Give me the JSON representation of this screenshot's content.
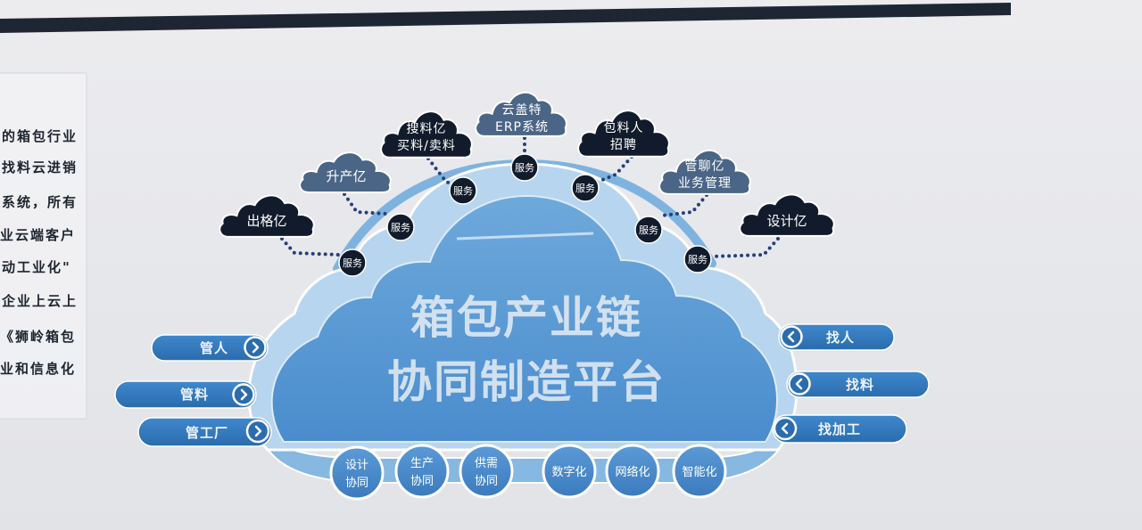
{
  "panel_text": [
    "的箱包行业",
    "找料云进销",
    "系统，所有",
    "业云端客户",
    "动工业化\"",
    "企业上云上",
    "《狮岭箱包",
    "业和信息化"
  ],
  "title": {
    "line1": "箱包产业链",
    "line2": "协同制造平台"
  },
  "top_nodes": [
    {
      "lines": [
        "出格亿"
      ]
    },
    {
      "lines": [
        "升产亿"
      ]
    },
    {
      "lines": [
        "搜料亿",
        "买料/卖料"
      ]
    },
    {
      "lines": [
        "云盖特",
        "ERP系统"
      ]
    },
    {
      "lines": [
        "包料人",
        "招聘"
      ]
    },
    {
      "lines": [
        "管聊亿",
        "业务管理"
      ]
    },
    {
      "lines": [
        "设计亿"
      ]
    }
  ],
  "service_badges": [
    "服务",
    "服务",
    "服务",
    "服务",
    "服务",
    "服务",
    "服务"
  ],
  "left_pills": [
    "管人",
    "管料",
    "管工厂"
  ],
  "right_pills": [
    "找人",
    "找料",
    "找加工"
  ],
  "bottom_circles": [
    {
      "lines": [
        "设计",
        "协同"
      ]
    },
    {
      "lines": [
        "生产",
        "协同"
      ]
    },
    {
      "lines": [
        "供需",
        "协同"
      ]
    },
    {
      "lines": [
        "数字化"
      ]
    },
    {
      "lines": [
        "网络化"
      ]
    },
    {
      "lines": [
        "智能化"
      ]
    }
  ],
  "colors": {
    "wall": "#e8e9ed",
    "top_strip": "#1f2633",
    "cloud_outer": "#b9d6ee",
    "cloud_inner": "#5a9bd3",
    "node_dark": "#111b2b",
    "node_gray": "#4a6585",
    "pill_blue": "#3278bd",
    "title_text": "#e3eaf2"
  }
}
